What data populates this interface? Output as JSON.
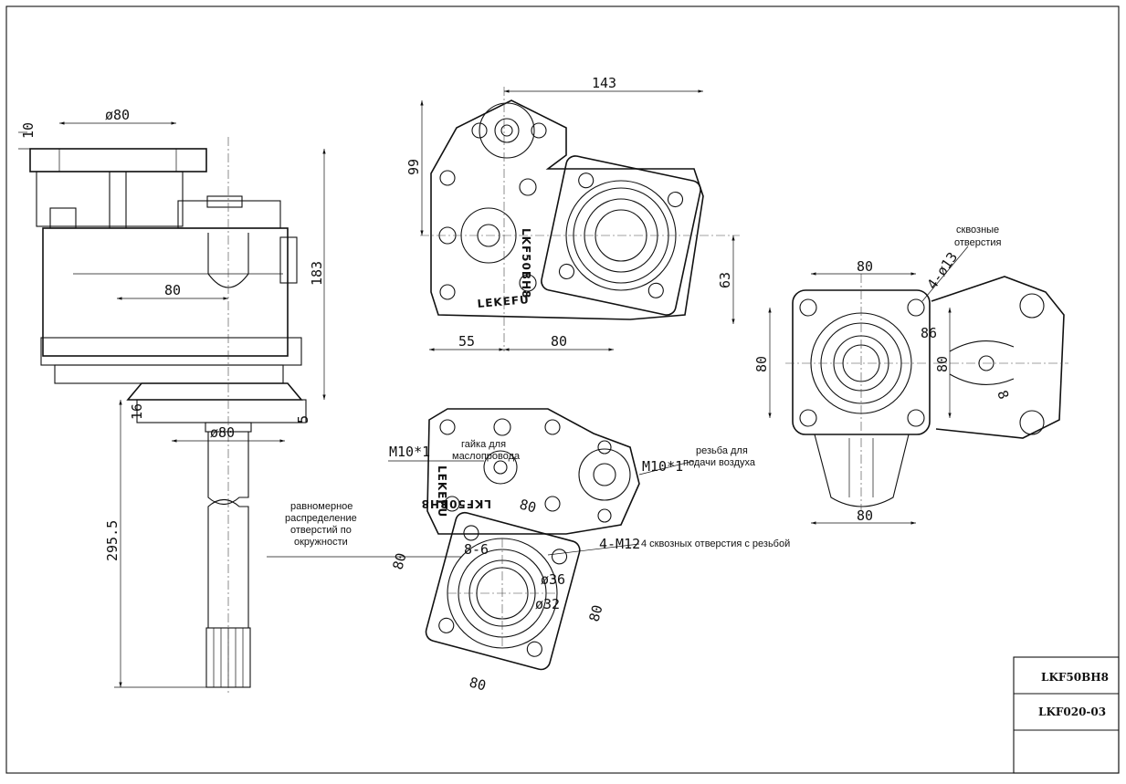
{
  "title_block": {
    "model": "LKF50BH8",
    "drawing_no": "LKF020-03"
  },
  "brand": "LEKEFU",
  "housing_marking": "LKF50BH8",
  "side_view": {
    "dims": {
      "flange_dia": "ø80",
      "flange_thk": "10",
      "inner_width": "80",
      "height": "183",
      "shaft_flange_dia": "ø80",
      "flange_offset": "16",
      "flange_step": "5",
      "shaft_length": "295.5"
    }
  },
  "top_view": {
    "dims": {
      "width": "143",
      "upper_height": "99",
      "left_width": "55",
      "right_width": "80",
      "lower_height": "63"
    }
  },
  "bottom_view": {
    "dims": {
      "thread_left": "M10*1",
      "thread_right": "M10*1",
      "pcd": "80",
      "holes": "8-6",
      "tapped": "4-M12",
      "dia_outer": "ø36",
      "dia_inner": "ø32",
      "flange_left": "80",
      "flange_right": "80",
      "flange_bottom": "80"
    },
    "notes": {
      "oil_nut": "гайка для маслопровода",
      "air_thread": "резьба для подачи воздуха",
      "uniform_holes": "равномерное распределение отверстий по окружности",
      "tapped_holes": "4 сквозных отверстия с резьбой"
    }
  },
  "right_view": {
    "dims": {
      "top_width": "80",
      "hole_spec": "4-ø13",
      "diag": "86",
      "left_height": "80",
      "right_height": "80",
      "bottom_width": "80",
      "small_dim": "8"
    },
    "notes": {
      "through_holes": "сквозные отверстия"
    }
  }
}
